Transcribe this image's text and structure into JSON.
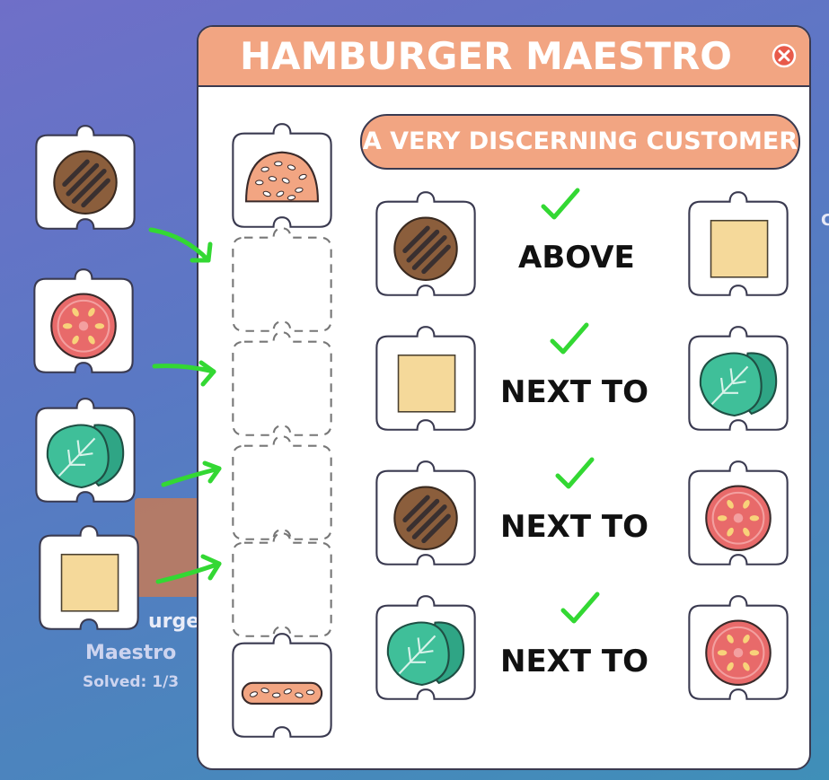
{
  "background_tile": {
    "title_line1": "urger",
    "title_line2": "Maestro",
    "solved": "Solved: 1/3"
  },
  "edge_char": "C",
  "modal": {
    "title": "HAMBURGER MAESTRO",
    "close_icon": "close-x-icon",
    "subtitle": "A VERY DISCERNING CUSTOMER",
    "stack": [
      "top-bun",
      "empty",
      "empty",
      "empty",
      "empty",
      "bottom-bun"
    ],
    "rules": [
      {
        "left": "patty",
        "relation": "ABOVE",
        "right": "cheese",
        "satisfied": true
      },
      {
        "left": "cheese",
        "relation": "NEXT TO",
        "right": "lettuce",
        "satisfied": true
      },
      {
        "left": "patty",
        "relation": "NEXT TO",
        "right": "tomato",
        "satisfied": true
      },
      {
        "left": "lettuce",
        "relation": "NEXT TO",
        "right": "tomato",
        "satisfied": true
      }
    ]
  },
  "tray": [
    "patty",
    "tomato",
    "lettuce",
    "cheese"
  ],
  "colors": {
    "header": "#f2a582",
    "check": "#33d833",
    "arrow": "#33d833",
    "patty": "#8b5e3c",
    "tomato": "#e86a6a",
    "lettuce": "#3fbf99",
    "cheese": "#f5d99a",
    "bun": "#f2a582"
  }
}
